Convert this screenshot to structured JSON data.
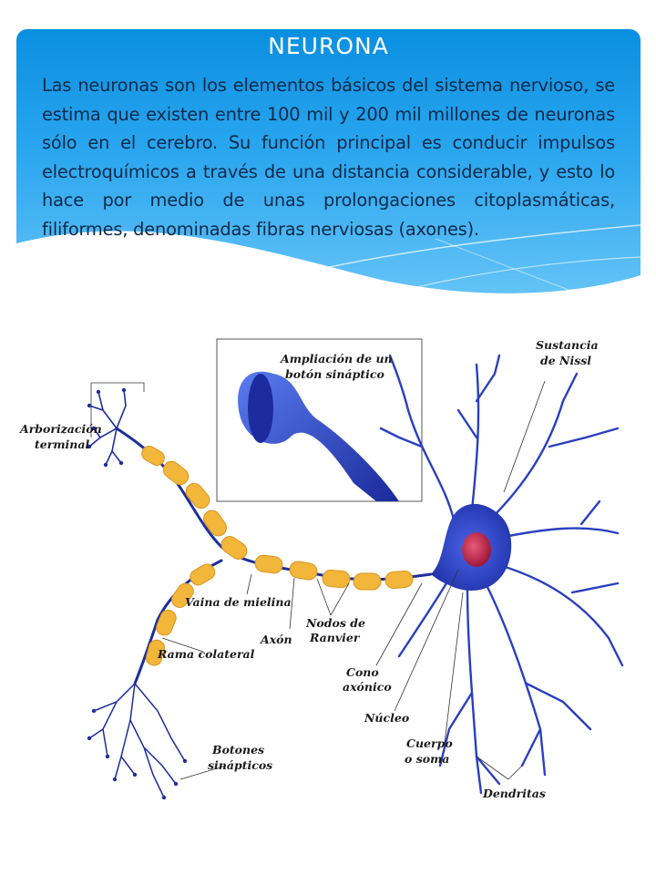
{
  "slide": {
    "title": "NEURONA",
    "intro": "Las neuronas son los elementos básicos del sistema nervioso, se estima que existen entre 100 mil y 200 mil millones de neuronas sólo en el cerebro. Su función principal es conducir impulsos electroquímicos a través de una distancia considerable, y esto lo hace por medio de unas prolongaciones citoplasmáticas, filiformes, denominadas fibras nerviosas (axones)."
  },
  "diagram": {
    "labels": {
      "arborizacion_1": "Arborización",
      "arborizacion_2": "terminal",
      "ampliacion_1": "Ampliación de un",
      "ampliacion_2": "botón sináptico",
      "nissl_1": "Sustancia",
      "nissl_2": "de Nissl",
      "vaina": "Vaina de mielina",
      "axon": "Axón",
      "nodos_1": "Nodos de",
      "nodos_2": "Ranvier",
      "rama": "Rama colateral",
      "cono_1": "Cono",
      "cono_2": "axónico",
      "nucleo": "Núcleo",
      "cuerpo_1": "Cuerpo",
      "cuerpo_2": "o soma",
      "botones_1": "Botones",
      "botones_2": "sinápticos",
      "dendritas": "Dendritas"
    },
    "colors": {
      "neuron_blue": "#2a3fc0",
      "myelin_yellow": "#f2b63a",
      "nucleus_red": "#c8204a",
      "header_blue": "#1a9be8"
    }
  }
}
